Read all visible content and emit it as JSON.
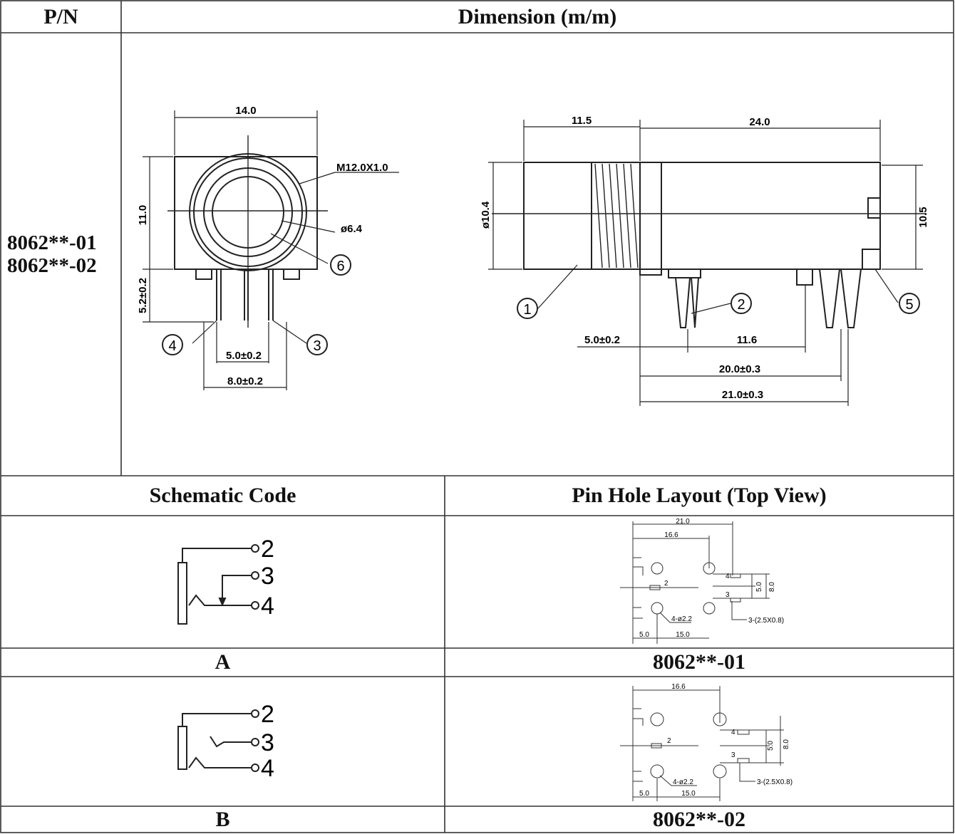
{
  "table": {
    "header_pn": "P/N",
    "header_dimension": "Dimension (m/m)",
    "part_numbers": [
      "8062**-01",
      "8062**-02"
    ],
    "header_schematic": "Schematic Code",
    "header_pinhole": "Pin Hole Layout (Top View)",
    "row_a_code": "A",
    "row_a_part": "8062**-01",
    "row_b_code": "B",
    "row_b_part": "8062**-02"
  },
  "front_view": {
    "width": "14.0",
    "height": "11.0",
    "thread": "M12.0X1.0",
    "bore": "ø6.4",
    "pin_length": "5.2±0.2",
    "pitch_inner": "5.0±0.2",
    "pitch_outer": "8.0±0.2",
    "callouts": [
      "6",
      "4",
      "3"
    ]
  },
  "side_view": {
    "front_length": "11.5",
    "body_length": "24.0",
    "front_diameter": "ø10.4",
    "body_height": "10.5",
    "pin_offset": "5.0±0.2",
    "pin_span": "11.6",
    "span_20": "20.0±0.3",
    "span_21": "21.0±0.3",
    "callouts": [
      "1",
      "2",
      "5"
    ]
  },
  "schematic": {
    "pins": [
      "2",
      "3",
      "4"
    ]
  },
  "layout_a": {
    "overall": "21.0",
    "span": "16.6",
    "pitch1": "5.0",
    "pitch2": "8.0",
    "holes": "4-ø2.2",
    "slots": "3-(2.5X0.8)",
    "bottom1": "5.0",
    "bottom2": "15.0",
    "pin_labels": [
      "2",
      "4",
      "3"
    ]
  },
  "layout_b": {
    "span": "16.6",
    "pitch1": "5.0",
    "pitch2": "8.0",
    "holes": "4-ø2.2",
    "slots": "3-(2.5X0.8)",
    "bottom1": "5.0",
    "bottom2": "15.0",
    "pin_labels": [
      "2",
      "4",
      "3"
    ]
  }
}
